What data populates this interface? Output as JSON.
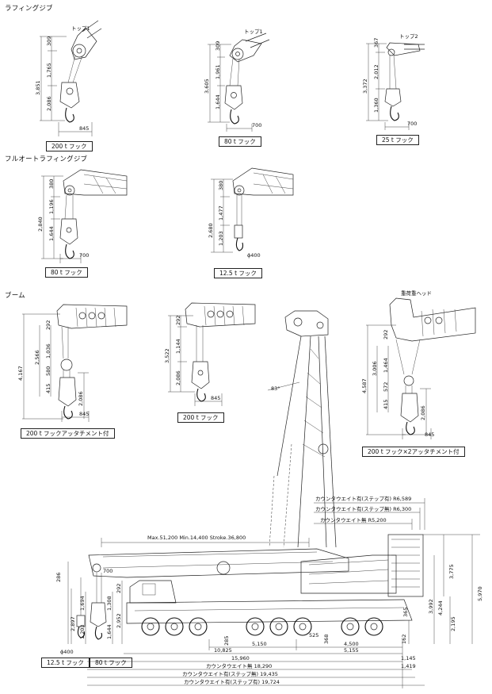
{
  "sections": {
    "luffing_jib": "ラフィングジブ",
    "full_auto_luffing_jib": "フルオートラフィングジブ",
    "boom": "ブーム"
  },
  "luffing": [
    {
      "top": "トップ1",
      "dims": [
        "309",
        "1,765",
        "2,086",
        "3,851"
      ],
      "width": "845",
      "caption": "200 t フック"
    },
    {
      "top": "トップ1",
      "dims": [
        "309",
        "1,961",
        "1,644",
        "3,605"
      ],
      "width": "700",
      "caption": "80 t フック"
    },
    {
      "top": "トップ2",
      "dims": [
        "367",
        "2,012",
        "1,360",
        "3,372"
      ],
      "width": "700",
      "caption": "25 t フック"
    }
  ],
  "full_auto": [
    {
      "dims": [
        "380",
        "1,196",
        "1,644",
        "2,840"
      ],
      "width": "700",
      "caption": "80 t フック"
    },
    {
      "dims": [
        "380",
        "1,477",
        "1,203",
        "2,680"
      ],
      "width": "ϕ400",
      "caption": "12.5 t フック"
    }
  ],
  "boom_hooks": [
    {
      "dims": [
        "292",
        "1,036",
        "580",
        "415",
        "2,566",
        "2,086",
        "4,167"
      ],
      "width": "845",
      "caption": "200 t フックアッタチメント付"
    },
    {
      "dims": [
        "292",
        "1,144",
        "2,086",
        "3,522"
      ],
      "width": "845",
      "caption": "200 t フック"
    },
    {
      "label": "重荷重ヘッド",
      "dims": [
        "292",
        "1,464",
        "572",
        "415",
        "3,006",
        "2,086",
        "4,587"
      ],
      "width": "845",
      "caption": "200 t フック×2アッタチメント付"
    }
  ],
  "angle": "83°",
  "radii": [
    "カウンタウエイト有(ステップ有) R6,589",
    "カウンタウエイト有(ステップ無) R6,300",
    "カウンタウエイト無 R5,200"
  ],
  "boom_stroke": "Max.51,200  Min.14,400  Stroke.36,800",
  "heights": [
    "3,775",
    "5,970",
    "3,992",
    "4,244",
    "2,195",
    "365"
  ],
  "left_dims": [
    "286",
    "700",
    "292",
    "1,694",
    "2,897",
    "1,203",
    "1,308",
    "1,644",
    "2,952"
  ],
  "left_width": "ϕ400",
  "bottom_captions": [
    "12.5 t フック",
    "80 t フック"
  ],
  "bottom": [
    "285",
    "525",
    "368",
    "162",
    "5,150",
    "4,500",
    "10,825",
    "5,155",
    "15,960",
    "1,145",
    "1,419"
  ],
  "totals": [
    "カウンタウエイト無 18,290",
    "カウンタウエイト有(ステップ無) 19,435",
    "カウンタウエイト有(ステップ有) 19,724"
  ]
}
